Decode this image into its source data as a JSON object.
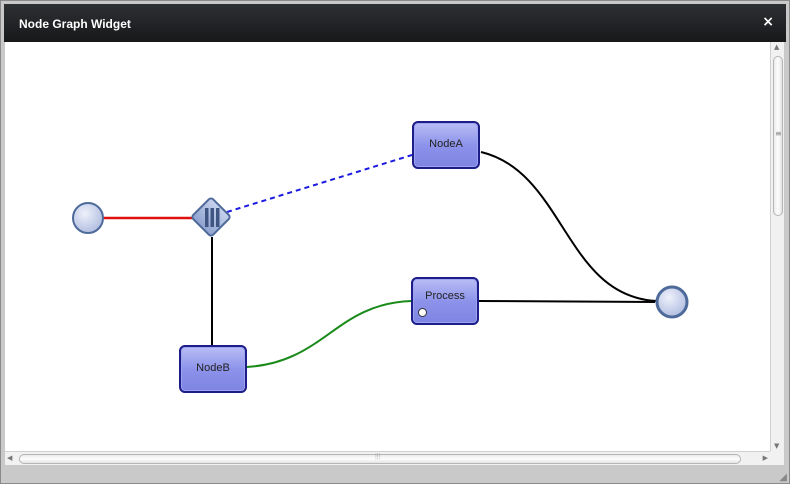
{
  "window": {
    "title": "Node Graph Widget",
    "close_glyph": "×"
  },
  "nodes": {
    "node_a": "NodeA",
    "node_b": "NodeB",
    "process": "Process"
  },
  "edges": [
    {
      "from": "input-terminal",
      "to": "merge-node",
      "color": "#e01010",
      "style": "solid"
    },
    {
      "from": "merge-node",
      "to": "NodeA",
      "color": "#1a1ae0",
      "style": "dashed"
    },
    {
      "from": "merge-node",
      "to": "NodeB",
      "color": "#000000",
      "style": "solid"
    },
    {
      "from": "NodeB",
      "to": "Process",
      "color": "#1a8a1a",
      "style": "solid"
    },
    {
      "from": "NodeA",
      "to": "output-terminal",
      "color": "#000000",
      "style": "solid"
    },
    {
      "from": "Process",
      "to": "output-terminal",
      "color": "#000000",
      "style": "solid"
    }
  ],
  "icons": {
    "merge_node": "parallel-bars-diamond-icon",
    "scroll_up": "up-arrow-icon",
    "scroll_down": "down-arrow-icon",
    "scroll_left": "left-arrow-icon",
    "scroll_right": "right-arrow-icon",
    "resize": "resize-grip-icon"
  }
}
